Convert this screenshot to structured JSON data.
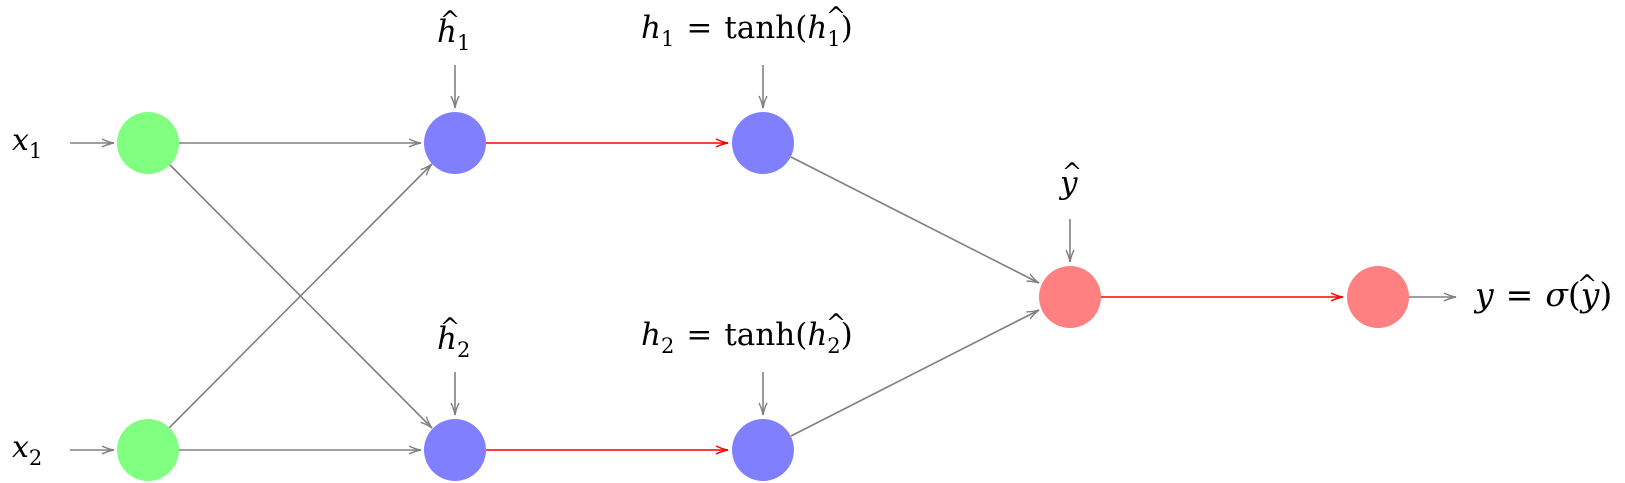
{
  "colors": {
    "input_node": "#80ff80",
    "hidden_node": "#8080ff",
    "output_node": "#ff8080",
    "edge_gray": "#808080",
    "edge_red": "#ff0000",
    "background": "#ffffff"
  },
  "labels": {
    "x1": {
      "var": "x",
      "sub": "1"
    },
    "x2": {
      "var": "x",
      "sub": "2"
    },
    "hhat1": {
      "var": "h",
      "sub": "1",
      "hat": "^"
    },
    "hhat2": {
      "var": "h",
      "sub": "2",
      "hat": "^"
    },
    "h1_eq": {
      "lhs_var": "h",
      "lhs_sub": "1",
      "eq": "=",
      "func": "tanh",
      "lpar": "(",
      "arg_var": "h",
      "arg_sub": "1",
      "arg_hat": "^",
      "rpar": ")"
    },
    "h2_eq": {
      "lhs_var": "h",
      "lhs_sub": "2",
      "eq": "=",
      "func": "tanh",
      "lpar": "(",
      "arg_var": "h",
      "arg_sub": "2",
      "arg_hat": "^",
      "rpar": ")"
    },
    "yhat": {
      "var": "y",
      "hat": "^"
    },
    "y_eq": {
      "lhs": "y",
      "eq": "=",
      "func": "σ",
      "lpar": "(",
      "arg": "y",
      "arg_hat": "^",
      "rpar": ")"
    }
  }
}
